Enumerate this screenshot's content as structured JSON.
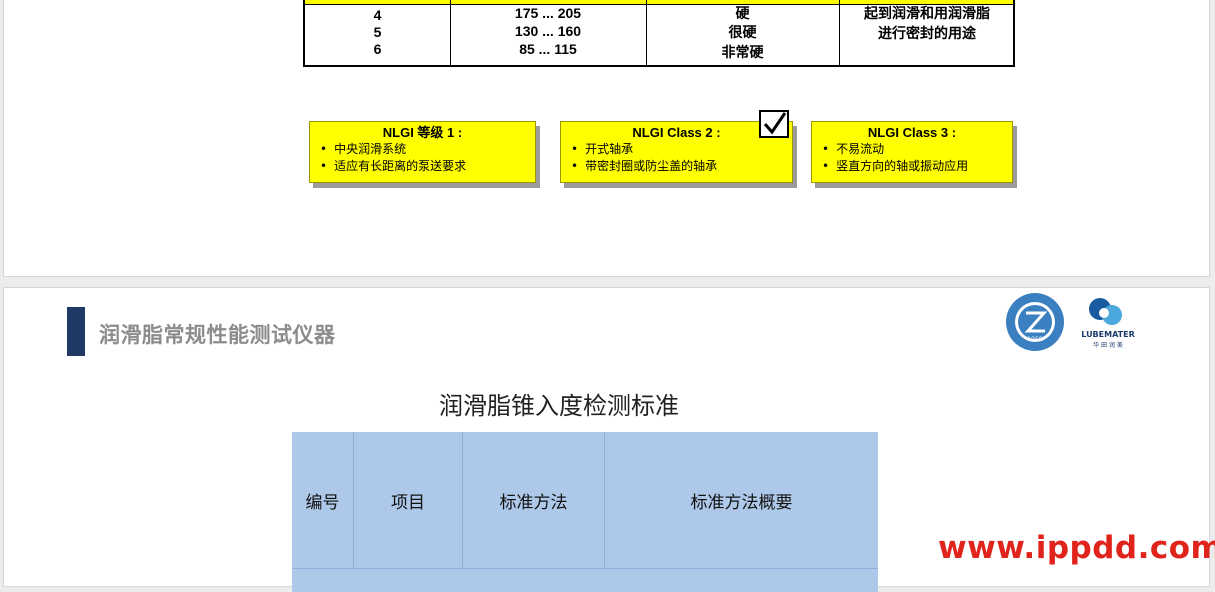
{
  "grade_table": {
    "rows": [
      {
        "grade": "4",
        "penetration": "175 ... 205",
        "consistency": "硬"
      },
      {
        "grade": "5",
        "penetration": "130 ... 160",
        "consistency": "很硬"
      },
      {
        "grade": "6",
        "penetration": "85 ... 115",
        "consistency": "非常硬"
      }
    ],
    "application_line1": "起到润滑和用润滑脂",
    "application_line2": "进行密封的用途"
  },
  "nlgi_boxes": [
    {
      "title": "NLGI  等级 1 :",
      "items": [
        "中央润滑系统",
        "适应有长距离的泵送要求"
      ]
    },
    {
      "title": "NLGI Class 2 :",
      "items": [
        "开式轴承",
        "带密封圈或防尘盖的轴承"
      ],
      "checked": true
    },
    {
      "title": "NLGI Class 3 :",
      "items": [
        "不易流动",
        "竖直方向的轴或振动应用"
      ]
    }
  ],
  "slide2": {
    "heading": "润滑脂常规性能测试仪器",
    "table_title": "润滑脂锥入度检测标准",
    "columns": [
      "编号",
      "项目",
      "标准方法",
      "标准方法概要"
    ],
    "logo2_text": "LUBEMATER",
    "logo2_subtext": "华 田 润 美",
    "logo1_year": "1958"
  },
  "watermark": "www.ippdd.com",
  "colors": {
    "highlight": "#ffff00",
    "accent": "#1f3864",
    "table_header": "#adc8e8",
    "watermark": "#e0241c"
  }
}
